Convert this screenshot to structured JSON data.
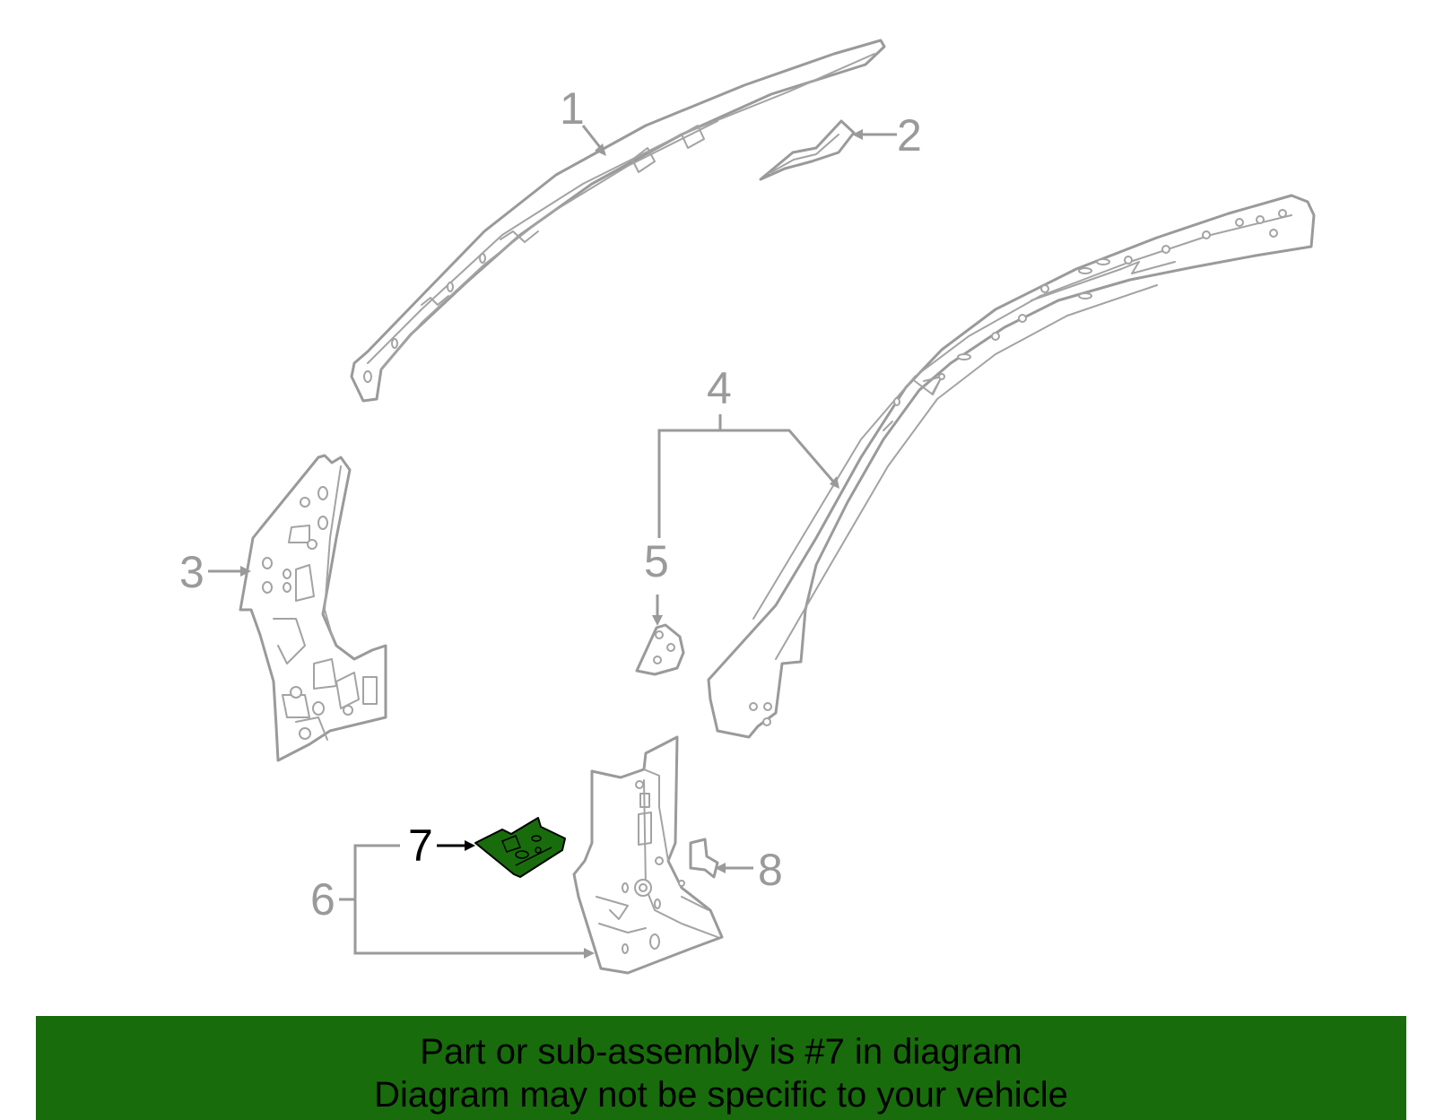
{
  "diagram": {
    "callouts": [
      {
        "number": "1"
      },
      {
        "number": "2"
      },
      {
        "number": "3"
      },
      {
        "number": "4"
      },
      {
        "number": "5"
      },
      {
        "number": "6"
      },
      {
        "number": "7",
        "highlighted": true
      },
      {
        "number": "8"
      }
    ],
    "colors": {
      "line": "#9a9a9a",
      "highlight_part": "#186c0c",
      "highlight_label": "#000000",
      "banner": "#186c0c"
    }
  },
  "banner": {
    "line1": "Part or sub-assembly is #7 in diagram",
    "line2": "Diagram may not be specific to your vehicle"
  }
}
